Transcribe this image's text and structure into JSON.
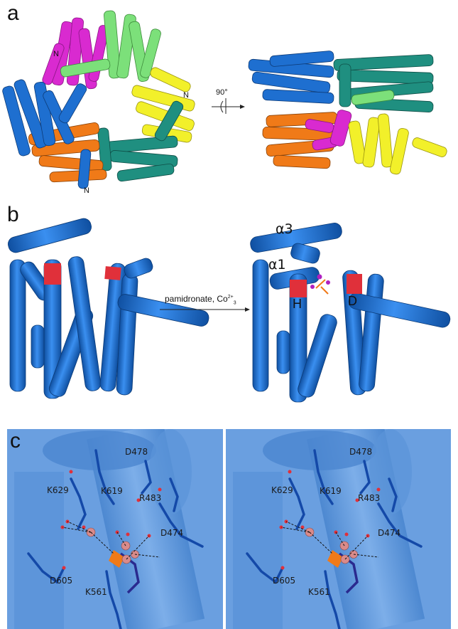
{
  "panels": {
    "a": {
      "label": "a",
      "n_labels": [
        "N",
        "N",
        "N"
      ],
      "rotation_label": "90°"
    },
    "b": {
      "label": "b",
      "arrow_label": "pamidronate, Co",
      "arrow_sup": "2+",
      "arrow_sub": "3",
      "helix_labels": [
        "α3",
        "α1",
        "H",
        "D"
      ]
    },
    "c": {
      "label": "c",
      "residues": [
        "K629",
        "K619",
        "D478",
        "R483",
        "D474",
        "D605",
        "K561"
      ]
    }
  },
  "colors": {
    "blue": "#1e6fd0",
    "magenta": "#d92ad0",
    "lightgreen": "#7ce07a",
    "yellow": "#f2f02a",
    "teal": "#1f8f80",
    "orange": "#f07a18",
    "red": "#e0303a",
    "pale_blue": "#5d97d8"
  }
}
